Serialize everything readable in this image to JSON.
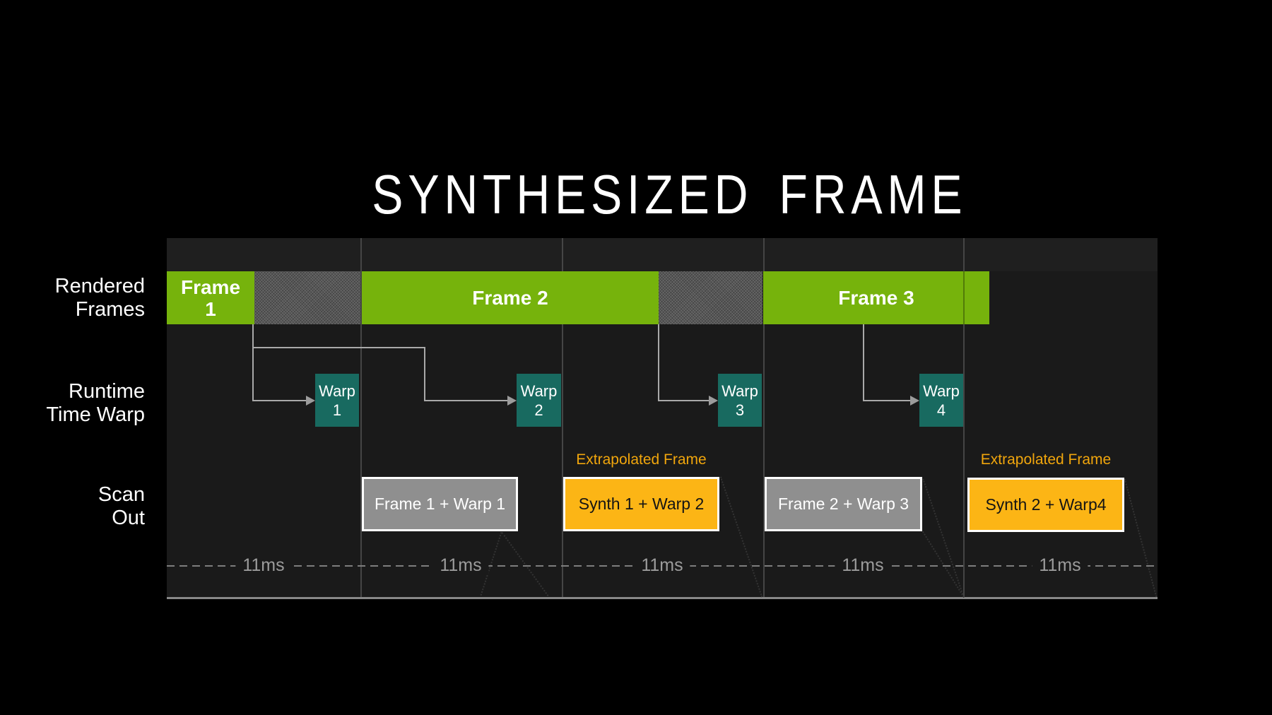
{
  "title": "SYNTHESIZED FRAME",
  "rows": [
    {
      "label_lines": [
        "Rendered",
        "Frames"
      ]
    },
    {
      "label_lines": [
        "Runtime",
        "Time Warp"
      ]
    },
    {
      "label_lines": [
        "Scan",
        "Out"
      ]
    }
  ],
  "rendered_frames": [
    {
      "label_lines": [
        "Frame",
        "1"
      ]
    },
    {
      "label_lines": [
        "Frame 2"
      ]
    },
    {
      "label_lines": [
        "Frame 3"
      ]
    }
  ],
  "warps": [
    {
      "label_lines": [
        "Warp",
        "1"
      ]
    },
    {
      "label_lines": [
        "Warp",
        "2"
      ]
    },
    {
      "label_lines": [
        "Warp",
        "3"
      ]
    },
    {
      "label_lines": [
        "Warp",
        "4"
      ]
    }
  ],
  "scan_out": [
    {
      "label": "Frame 1 + Warp 1",
      "style": "warped"
    },
    {
      "label": "Synth 1 + Warp 2",
      "style": "extrapolated",
      "tag": "Extrapolated Frame"
    },
    {
      "label": "Frame 2 + Warp 3",
      "style": "warped"
    },
    {
      "label": "Synth 2 + Warp4",
      "style": "extrapolated",
      "tag": "Extrapolated Frame"
    }
  ],
  "axis": {
    "interval_labels": [
      "11ms",
      "11ms",
      "11ms",
      "11ms",
      "11ms"
    ]
  },
  "colors": {
    "background": "#000000",
    "panel": "#1a1a1a",
    "frame_green": "#76b30c",
    "warp_teal": "#186a60",
    "scan_warped_gray": "#8f8f8f",
    "scan_extrapolated_orange": "#fcb515",
    "extrapolated_label_orange": "#f1a60c",
    "connector_gray": "#a9a9a9",
    "axis_gray": "#7d7d7d",
    "text_white": "#ffffff"
  }
}
